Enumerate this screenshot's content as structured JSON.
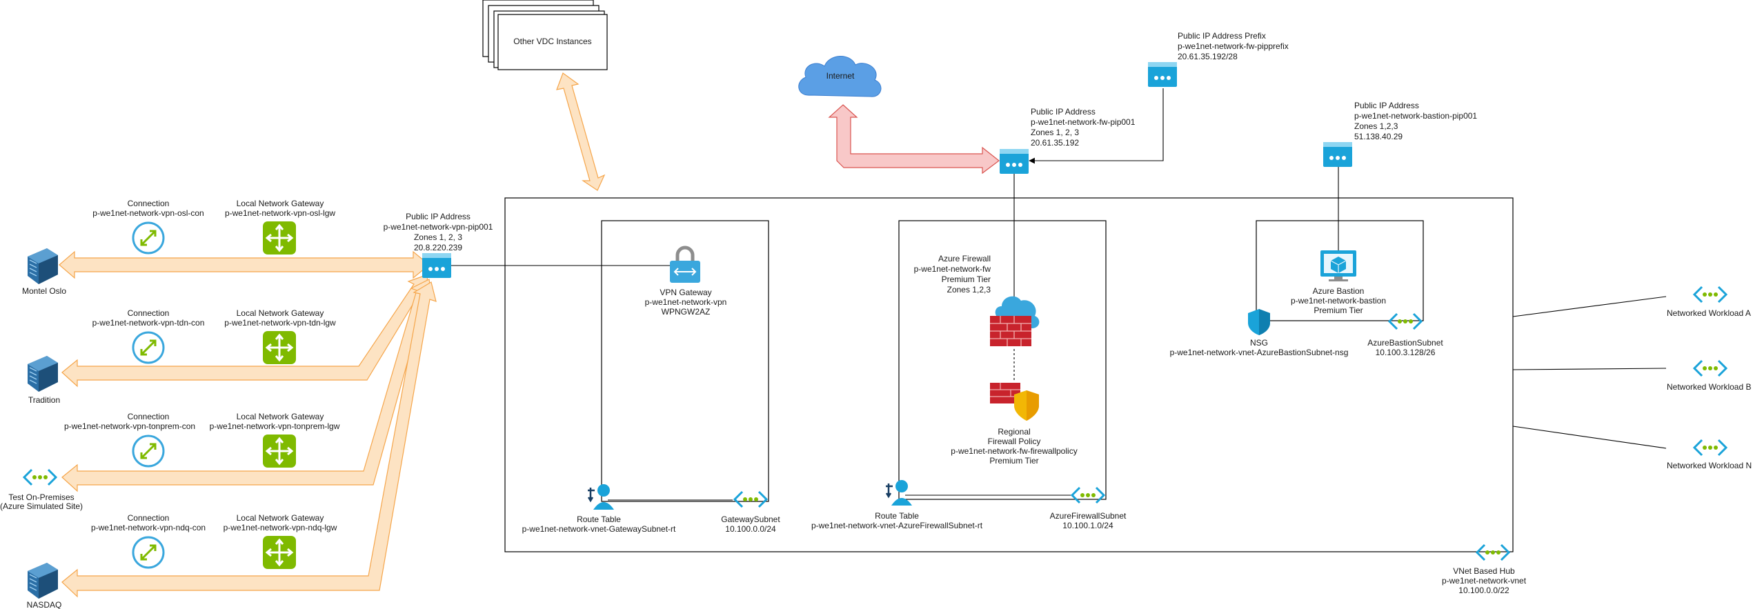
{
  "other_vdc": {
    "label": "Other VDC Instances"
  },
  "internet": {
    "label": "Internet"
  },
  "pip_prefix": {
    "lines": [
      "Public IP Address Prefix",
      "p-we1net-network-fw-pipprefix",
      "20.61.35.192/28"
    ]
  },
  "fw_pip": {
    "lines": [
      "Public IP Address",
      "p-we1net-network-fw-pip001",
      "Zones 1, 2, 3",
      "20.61.35.192"
    ]
  },
  "bastion_pip": {
    "lines": [
      "Public IP Address",
      "p-we1net-network-bastion-pip001",
      "Zones 1,2,3",
      "51.138.40.29"
    ]
  },
  "vpn_pip": {
    "lines": [
      "Public IP Address",
      "p-we1net-network-vpn-pip001",
      "Zones 1, 2, 3",
      "20.8.220.239"
    ]
  },
  "sites": [
    {
      "label": "Montel Oslo",
      "icon": "building-icon"
    },
    {
      "label": "Tradition",
      "icon": "building-icon"
    },
    {
      "label": "Test On-Premises",
      "label2": "(Azure Simulated Site)",
      "icon": "network-icon"
    },
    {
      "label": "NASDAQ",
      "icon": "building-icon"
    }
  ],
  "connections": [
    {
      "lines": [
        "Connection",
        "p-we1net-network-vpn-osl-con"
      ]
    },
    {
      "lines": [
        "Connection",
        "p-we1net-network-vpn-tdn-con"
      ]
    },
    {
      "lines": [
        "Connection",
        "p-we1net-network-vpn-tonprem-con"
      ]
    },
    {
      "lines": [
        "Connection",
        "p-we1net-network-vpn-ndq-con"
      ]
    }
  ],
  "lngs": [
    {
      "lines": [
        "Local Network Gateway",
        "p-we1net-network-vpn-osl-lgw"
      ]
    },
    {
      "lines": [
        "Local Network Gateway",
        "p-we1net-network-vpn-tdn-lgw"
      ]
    },
    {
      "lines": [
        "Local Network Gateway",
        "p-we1net-network-vpn-tonprem-lgw"
      ]
    },
    {
      "lines": [
        "Local Network Gateway",
        "p-we1net-network-vpn-ndq-lgw"
      ]
    }
  ],
  "vpn_gateway": {
    "lines": [
      "VPN Gateway",
      "p-we1net-network-vpn",
      "WPNGW2AZ"
    ]
  },
  "gw_route_table": {
    "lines": [
      "Route Table",
      "p-we1net-network-vnet-GatewaySubnet-rt"
    ]
  },
  "gw_subnet": {
    "lines": [
      "GatewaySubnet",
      "10.100.0.0/24"
    ]
  },
  "firewall": {
    "lines": [
      "Azure Firewall",
      "p-we1net-network-fw",
      "Premium Tier",
      "Zones 1,2,3"
    ]
  },
  "fw_policy": {
    "lines": [
      "Regional",
      "Firewall Policy",
      "p-we1net-network-fw-firewallpolicy",
      "Premium Tier"
    ]
  },
  "fw_route_table": {
    "lines": [
      "Route Table",
      "p-we1net-network-vnet-AzureFirewallSubnet-rt"
    ]
  },
  "fw_subnet": {
    "lines": [
      "AzureFirewallSubnet",
      "10.100.1.0/24"
    ]
  },
  "bastion": {
    "lines": [
      "Azure Bastion",
      "p-we1net-network-bastion",
      "Premium Tier"
    ]
  },
  "nsg": {
    "lines": [
      "NSG",
      "p-we1net-network-vnet-AzureBastionSubnet-nsg"
    ]
  },
  "bastion_subnet": {
    "lines": [
      "AzureBastionSubnet",
      "10.100.3.128/26"
    ]
  },
  "hub": {
    "lines": [
      "VNet Based Hub",
      "p-we1net-network-vnet",
      "10.100.0.0/22"
    ]
  },
  "workloads": [
    {
      "label": "Networked Workload A"
    },
    {
      "label": "Networked Workload B"
    },
    {
      "label": "Networked Workload N"
    }
  ],
  "colors": {
    "arrow_orange_fill": "#fde3c3",
    "arrow_orange_stroke": "#f5a54a",
    "arrow_red_fill": "#f8c8c8",
    "arrow_red_stroke": "#d9534f",
    "pip_blue": "#1aa3d9",
    "conn_blue": "#3aa7dd",
    "lng_green": "#7fba00",
    "server_blue": "#2b6fa6",
    "firewall_red": "#c8232c"
  }
}
